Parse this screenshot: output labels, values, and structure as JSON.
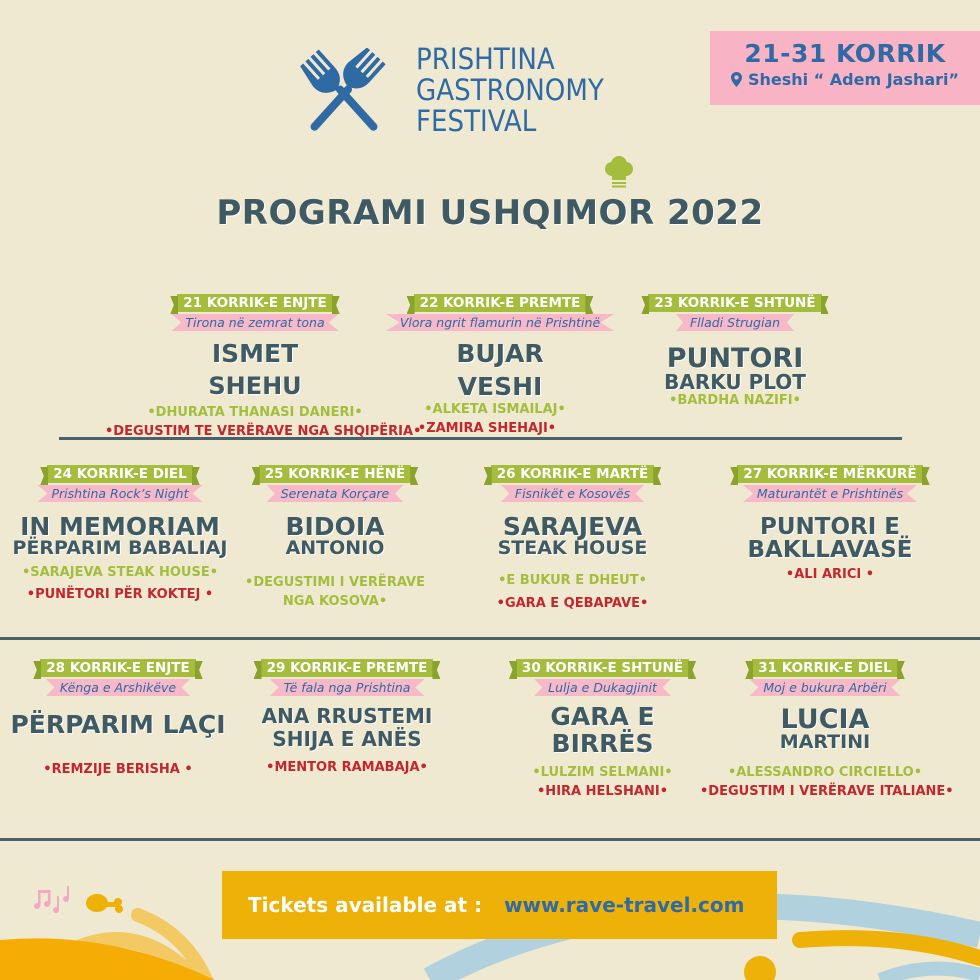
{
  "header": {
    "logo_lines": [
      "PRISHTINA",
      "GASTRONOMY",
      "FESTIVAL"
    ],
    "logo_icon": "crossed-forks-icon",
    "date_range": "21-31 KORRIK",
    "location": "Sheshi “ Adem Jashari”",
    "location_icon": "map-pin-icon"
  },
  "title": {
    "text": "PROGRAMI USHQIMOR 2022",
    "icon": "chef-hat-icon"
  },
  "colors": {
    "background": "#efe9d1",
    "accent_blue": "#2f6aa5",
    "title_slate": "#3f5a63",
    "ribbon_green": "#a4bd3c",
    "ribbon_pink": "#f7b8c8",
    "guest_red": "#c1272d",
    "tickets_yellow": "#edb107"
  },
  "events": [
    {
      "date": "21 KORRIK-E ENJTE",
      "theme": "Tirona në zemrat tona",
      "headliner": [
        "ISMET",
        "SHEHU"
      ],
      "green": [
        "•DHURATA THANASI DANERI•"
      ],
      "red": [
        "•DEGUSTIM TE VERËRAVE NGA SHQIPËRIA•"
      ]
    },
    {
      "date": "22 KORRIK-E PREMTE",
      "theme": "Vlora ngrit flamurin në Prishtinë",
      "headliner": [
        "BUJAR",
        "VESHI"
      ],
      "green": [
        "•ALKETA ISMAILAJ•"
      ],
      "red": [
        "•ZAMIRA SHEHAJI•"
      ]
    },
    {
      "date": "23 KORRIK-E SHTUNË",
      "theme": "Flladi Strugian",
      "headliner": [
        "PUNTORI",
        "BARKU PLOT"
      ],
      "green": [
        "•BARDHA NAZIFI•"
      ],
      "red": []
    },
    {
      "date": "24 KORRIK-E DIEL",
      "theme": "Prishtina Rock’s Night",
      "headliner": [
        "IN MEMORIAM",
        "PËRPARIM BABALIAJ"
      ],
      "green": [
        "•SARAJEVA STEAK HOUSE•"
      ],
      "red": [
        "•PUNËTORI PËR KOKTEJ •"
      ]
    },
    {
      "date": "25 KORRIK-E HËNË",
      "theme": "Serenata Korçare",
      "headliner": [
        "BIDOIA",
        "ANTONIO"
      ],
      "green": [
        "•DEGUSTIMI I VERËRAVE",
        "NGA KOSOVA•"
      ],
      "red": []
    },
    {
      "date": "26 KORRIK-E MARTË",
      "theme": "Fisnikët e Kosovës",
      "headliner": [
        "SARAJEVA",
        "STEAK HOUSE"
      ],
      "green": [
        "•E BUKUR E DHEUT•"
      ],
      "red": [
        "•GARA E QEBAPAVE•"
      ]
    },
    {
      "date": "27 KORRIK-E MËRKURË",
      "theme": "Maturantët e Prishtinës",
      "headliner": [
        "PUNTORI E",
        "BAKLLAVASË"
      ],
      "green": [],
      "red": [
        "•ALI ARICI •"
      ]
    },
    {
      "date": "28 KORRIK-E ENJTE",
      "theme": "Kënga e Arshikëve",
      "headliner": [
        "PËRPARIM LAÇI"
      ],
      "green": [],
      "red": [
        "•REMZIJE BERISHA •"
      ]
    },
    {
      "date": "29 KORRIK-E PREMTE",
      "theme": "Të fala nga Prishtina",
      "headliner": [
        "ANA RRUSTEMI",
        "SHIJA E ANËS"
      ],
      "green": [],
      "red": [
        "•MENTOR RAMABAJA•"
      ]
    },
    {
      "date": "30 KORRIK-E SHTUNË",
      "theme": "Lulja e Dukagjinit",
      "headliner": [
        "GARA E",
        "BIRRËS"
      ],
      "green": [
        "•LULZIM SELMANI•"
      ],
      "red": [
        "•HIRA HELSHANI•"
      ]
    },
    {
      "date": "31 KORRIK-E DIEL",
      "theme": "Moj e bukura Arbëri",
      "headliner": [
        "LUCIA",
        "MARTINI"
      ],
      "green": [
        "•ALESSANDRO CIRCIELLO•"
      ],
      "red": [
        "•DEGUSTIM I VERËRAVE ITALIANE•"
      ]
    }
  ],
  "footer": {
    "tickets_label": "Tickets available at :",
    "tickets_url": "www.rave-travel.com",
    "decor_icons": [
      "music-notes-icon",
      "chicken-leg-icon"
    ]
  }
}
